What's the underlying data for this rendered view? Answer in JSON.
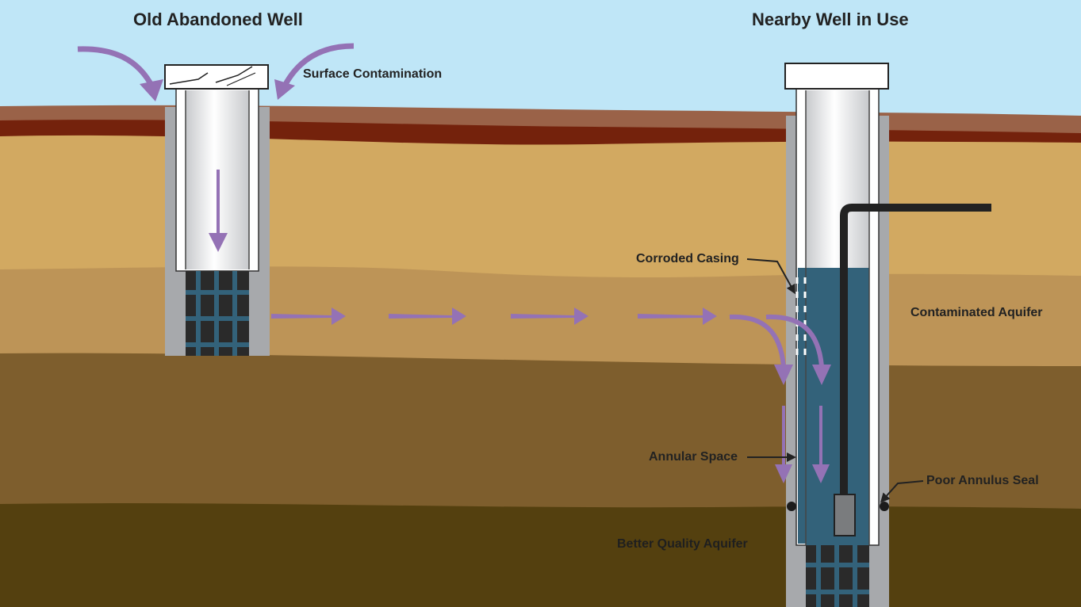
{
  "titles": {
    "left_well": "Old Abandoned Well",
    "right_well": "Nearby Well in Use"
  },
  "labels": {
    "surface_contamination": "Surface Contamination",
    "corroded_casing": "Corroded Casing",
    "contaminated_aquifer": "Contaminated Aquifer",
    "annular_space": "Annular Space",
    "poor_annulus_seal": "Poor Annulus Seal",
    "better_quality_aquifer": "Better Quality Aquifer"
  },
  "colors": {
    "sky": "#bfe6f7",
    "topsoil": "#9a6248",
    "clay_band": "#74220c",
    "sand_layer": "#d2a961",
    "contaminated_aquifer": "#bd9457",
    "middle_layer": "#7e5e2d",
    "better_aquifer": "#54400f",
    "casing_grey": "#a7a9ac",
    "water": "#33627a",
    "contamination_arrow": "#9472b5"
  }
}
